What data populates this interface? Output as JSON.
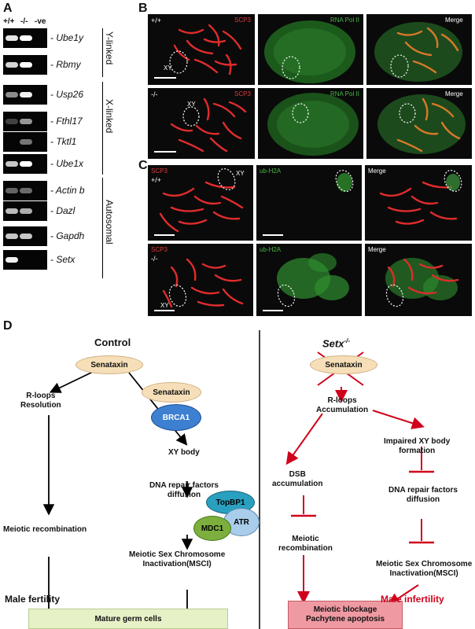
{
  "panels": {
    "a": "A",
    "b": "B",
    "c": "C",
    "d": "D"
  },
  "gel": {
    "lanes": [
      "+/+",
      "-/-",
      "-ve"
    ],
    "rows": [
      {
        "gene": "Ube1y",
        "bands": [
          0.9,
          1.0,
          0
        ]
      },
      {
        "gene": "Rbmy",
        "bands": [
          0.85,
          1.0,
          0
        ]
      },
      {
        "gene": "Usp26",
        "bands": [
          0.55,
          0.95,
          0
        ]
      },
      {
        "gene": "Fthl17",
        "bands": [
          0.15,
          0.6,
          0
        ]
      },
      {
        "gene": "Tktl1",
        "bands": [
          0,
          0.45,
          0
        ]
      },
      {
        "gene": "Ube1x",
        "bands": [
          0.8,
          1.0,
          0
        ]
      },
      {
        "gene": "Actin b",
        "bands": [
          0.35,
          0.4,
          0
        ]
      },
      {
        "gene": "Dazl",
        "bands": [
          0.75,
          0.7,
          0
        ]
      },
      {
        "gene": "Gapdh",
        "bands": [
          0.8,
          0.8,
          0
        ]
      },
      {
        "gene": "Setx",
        "bands": [
          0.95,
          0,
          0
        ]
      }
    ],
    "groups": [
      "Y-linked",
      "X-linked",
      "Autosomal"
    ]
  },
  "panel_b": {
    "row1_genotype": "+/+",
    "row2_genotype": "-/-",
    "ch1": "SCP3",
    "ch2": "RNA Pol II",
    "merge": "Merge",
    "xy": "XY"
  },
  "panel_c": {
    "row1_genotype": "+/+",
    "row2_genotype": "-/-",
    "ch1": "SCP3",
    "ch2": "ub-H2A",
    "merge": "Merge",
    "xy": "XY"
  },
  "panel_d": {
    "control": {
      "title": "Control",
      "senataxin": "Senataxin",
      "brca1": "BRCA1",
      "rloops_resolution": "R-loops\nResolution",
      "meiotic_recombination": "Meiotic recombination",
      "xy_body": "XY body",
      "dna_repair": "DNA repair factors\ndiffusion",
      "msci": "Meiotic Sex Chromosome\nInactivation(MSCI)",
      "topbp1": "TopBP1",
      "atr": "ATR",
      "mdc1": "MDC1",
      "outcome": "Mature germ cells",
      "fertility": "Male fertility"
    },
    "mutant": {
      "title": "Setx",
      "title_sup": "-/-",
      "senataxin": "Senataxin",
      "rloops": "R-loops\nAccumulation",
      "impaired_xy": "Impaired XY body\nformation",
      "dsb": "DSB\naccumulation",
      "dna_repair": "DNA repair factors\ndiffusion",
      "meiotic_recombination": "Meiotic\nrecombination",
      "msci": "Meiotic Sex Chromosome\nInactivation(MSCI)",
      "outcome_line1": "Meiotic blockage",
      "outcome_line2": "Pachytene apoptosis",
      "infertility": "Male infertility"
    }
  },
  "colors": {
    "red": "#d0021b",
    "green_channel": "#3fae3a",
    "red_channel": "#e23b3b"
  }
}
